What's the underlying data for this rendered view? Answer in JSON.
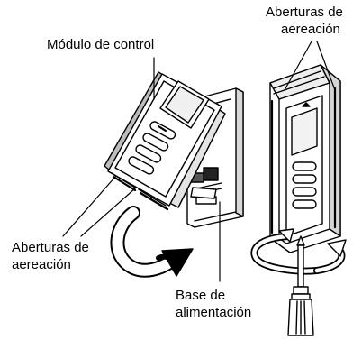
{
  "labels": {
    "control_module": "Módulo de control",
    "vents_top_line1": "Aberturas de",
    "vents_top_line2": "aereación",
    "vents_left_line1": "Aberturas de",
    "vents_left_line2": "aereación",
    "base_line1": "Base de",
    "base_line2": "alimentación"
  },
  "icons": [
    "thermostat-control-module",
    "thermostat-power-base",
    "thermostat-assembled",
    "curved-arrow",
    "screwdriver",
    "rotation-arrow"
  ]
}
